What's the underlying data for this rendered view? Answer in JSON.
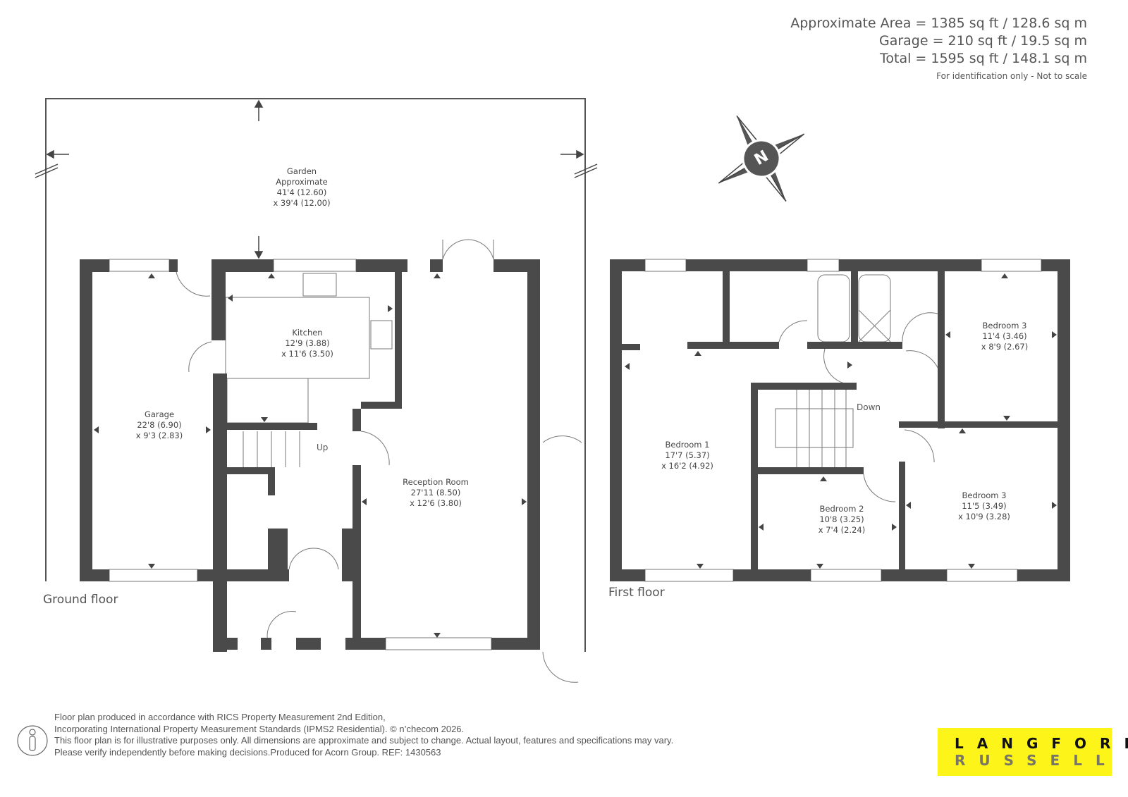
{
  "areas": {
    "approximate": "Approximate Area = 1385 sq ft / 128.6 sq m",
    "garage": "Garage = 210 sq ft / 19.5 sq m",
    "total": "Total = 1595 sq ft / 148.1 sq m",
    "note": "For identification only - Not to scale"
  },
  "ground_floor": {
    "title": "Ground floor",
    "garden": [
      "Garden",
      "Approximate",
      "41'4 (12.60)",
      "x 39'4 (12.00)"
    ],
    "kitchen": [
      "Kitchen",
      "12'9 (3.88)",
      "x 11'6 (3.50)"
    ],
    "garage": [
      "Garage",
      "22'8 (6.90)",
      "x 9'3 (2.83)"
    ],
    "reception": [
      "Reception Room",
      "27'11 (8.50)",
      "x 12'6 (3.80)"
    ],
    "stairs": "Up"
  },
  "first_floor": {
    "title": "First floor",
    "bedroom1": [
      "Bedroom 1",
      "17'7 (5.37)",
      "x 16'2 (4.92)"
    ],
    "bedroom2": [
      "Bedroom 2",
      "10'8 (3.25)",
      "x 7'4 (2.24)"
    ],
    "bedroom3a": [
      "Bedroom 3",
      "11'4 (3.46)",
      "x 8'9 (2.67)"
    ],
    "bedroom3b": [
      "Bedroom 3",
      "11'5 (3.49)",
      "x 10'9 (3.28)"
    ],
    "stairs": "Down"
  },
  "compass": {
    "label": "N"
  },
  "footer": [
    "Floor plan produced in accordance with RICS Property Measurement 2nd Edition,",
    "Incorporating International Property Measurement Standards (IPMS2 Residential).   © n’checom 2026.",
    "This floor plan is for illustrative purposes only. All dimensions are approximate and subject to change. Actual layout, features and specifications may vary.",
    "Please verify independently before making decisions.Produced for Acorn Group.    REF: 1430563"
  ],
  "logo": {
    "line1": "LANGFORD",
    "line2": "RUSSELL",
    "bg": "#fdf51a"
  },
  "colors": {
    "wall": "#4a4a4a",
    "line": "#777777"
  }
}
